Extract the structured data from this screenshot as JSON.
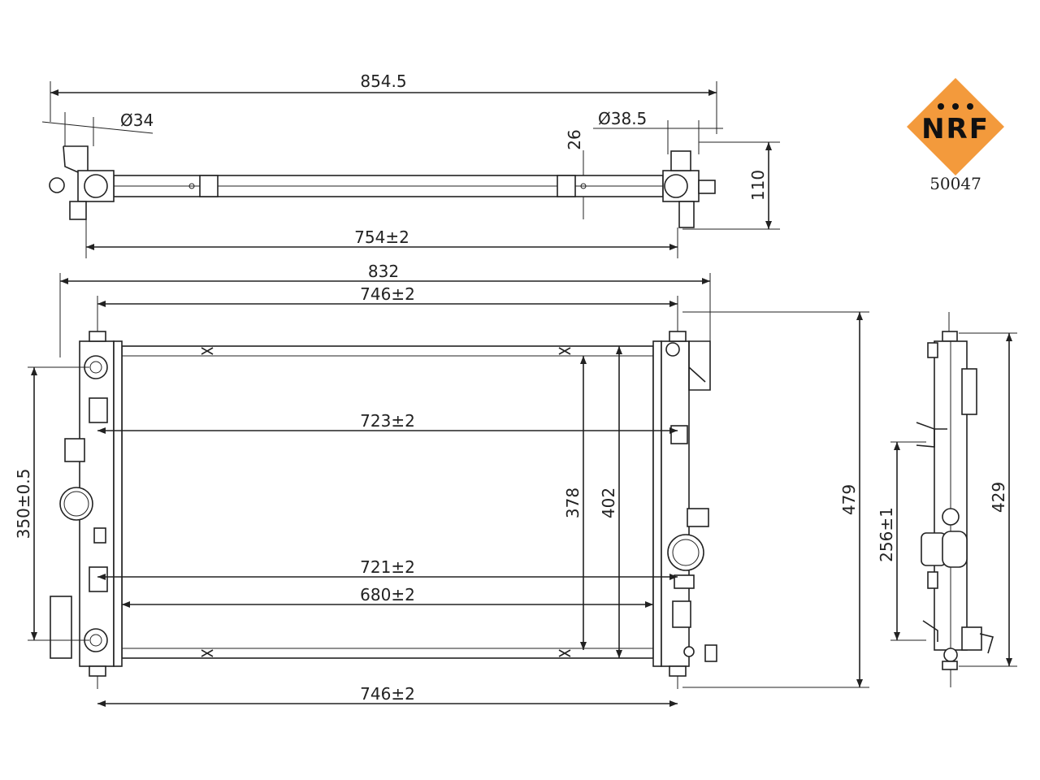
{
  "brand": {
    "logo_text": "NRF",
    "part_number": "50047",
    "logo_color": "#f39a3c"
  },
  "dimensions": {
    "overall_width_top": "854.5",
    "inlet_diameter": "Ø34",
    "outlet_diameter": "Ø38.5",
    "core_thickness": "26",
    "depth_110": "110",
    "mount_span_top": "754±2",
    "overall_width_front": "832",
    "pin_span_top": "746±2",
    "upper_span": "723±2",
    "lower_span": "721±2",
    "core_width": "680±2",
    "core_height": "378",
    "tank_height": "402",
    "side_mount_span": "350±0.5",
    "overall_height": "479",
    "pin_span_bottom": "746±2",
    "side_span_256": "256±1",
    "side_height_429": "429"
  }
}
